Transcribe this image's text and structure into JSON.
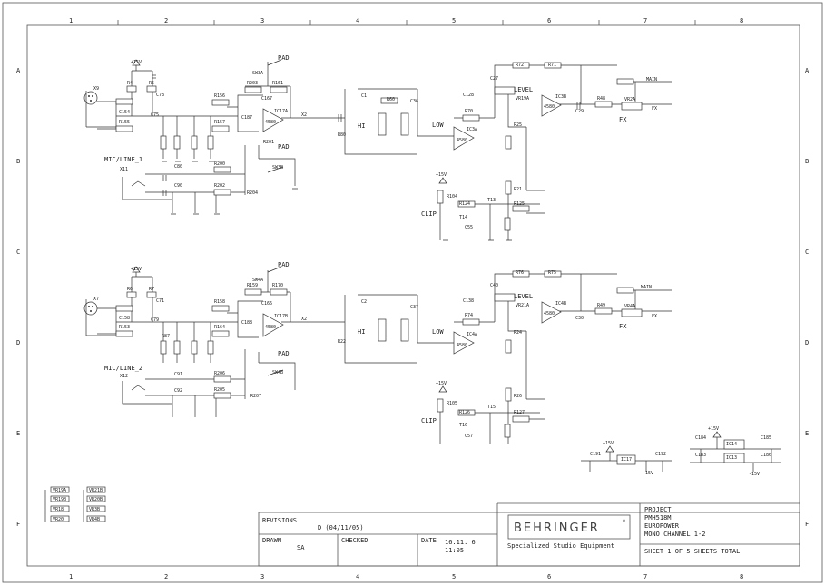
{
  "grid": {
    "columns": [
      "1",
      "2",
      "3",
      "4",
      "5",
      "6",
      "7",
      "8"
    ],
    "rows": [
      "A",
      "B",
      "C",
      "D",
      "E",
      "F"
    ]
  },
  "title_block": {
    "revisions_label": "REVISIONS",
    "revision_value": "D (04/11/05)",
    "drawn_label": "DRAWN",
    "drawn_value": "SA",
    "checked_label": "CHECKED",
    "date_label": "DATE",
    "date_value": "16.11. 6",
    "time_value": "11:05",
    "brand": "BEHRINGER",
    "brand_symbol": "®",
    "tagline": "Specialized Studio Equipment",
    "project_label": "PROJECT",
    "project_lines": [
      "PMH518M",
      "EUROPOWER",
      "MONO CHANNEL 1-2"
    ],
    "sheet_label": "SHEET 1  OF 5  SHEETS TOTAL"
  },
  "channel_1": {
    "section_label": "MIC/LINE_1",
    "pad_label": "PAD",
    "pad_label_2": "PAD",
    "level_label": "LEVEL",
    "hi_label": "HI",
    "low_label": "LOW",
    "fx_label": "FX",
    "clip_label": "CLIP",
    "main_label": "MAIN",
    "fx_out_label": "FX",
    "supply_label": "+15V",
    "supply_label_2": "+15V",
    "connector_xlr": "X9",
    "connector_jack": "X11",
    "opamp_1": "IC17A",
    "opamp_1_type": "4580",
    "opamp_2": "IC3A",
    "opamp_2_type": "4580",
    "opamp_3": "IC3B",
    "opamp_3_type": "4580",
    "pot_level": "VR19A",
    "pot_fx": "VR2A",
    "comp_labels": [
      "R4",
      "R5",
      "C78",
      "C154",
      "R155",
      "C75",
      "R156",
      "R157",
      "R203",
      "R161",
      "C167",
      "C187",
      "R201",
      "R202",
      "R200",
      "C80",
      "C90",
      "R204",
      "R80",
      "R60",
      "C1",
      "C36",
      "C128",
      "R70",
      "C27",
      "R72",
      "R71",
      "R48",
      "C29",
      "R25",
      "R21",
      "R124",
      "R125",
      "T13",
      "T14",
      "C55",
      "R104",
      "SW3A",
      "SW3B",
      "X2"
    ]
  },
  "channel_2": {
    "section_label": "MIC/LINE_2",
    "pad_label": "PAD",
    "pad_label_2": "PAD",
    "level_label": "LEVEL",
    "hi_label": "HI",
    "low_label": "LOW",
    "fx_label": "FX",
    "clip_label": "CLIP",
    "main_label": "MAIN",
    "fx_out_label": "FX",
    "supply_label": "+15V",
    "supply_label_2": "+15V",
    "connector_xlr": "X7",
    "connector_jack": "X12",
    "opamp_1": "IC17B",
    "opamp_1_type": "4580",
    "opamp_2": "IC4A",
    "opamp_2_type": "4580",
    "opamp_3": "IC4B",
    "opamp_3_type": "4580",
    "pot_level": "VR21A",
    "pot_fx": "VR4A",
    "comp_labels": [
      "R6",
      "R7",
      "C71",
      "C158",
      "R153",
      "C79",
      "R158",
      "R164",
      "R159",
      "R170",
      "C166",
      "C188",
      "R207",
      "R205",
      "R206",
      "C91",
      "C92",
      "R87",
      "R22",
      "C2",
      "C37",
      "C138",
      "R74",
      "C40",
      "R76",
      "R75",
      "R49",
      "C30",
      "R26",
      "R24",
      "R126",
      "R127",
      "T15",
      "T16",
      "C57",
      "R105",
      "SW4A",
      "SW4B",
      "X2"
    ]
  },
  "power": {
    "plus": "+15V",
    "minus": "-15V",
    "parts": [
      "C191",
      "C192",
      "IC17",
      "C184",
      "IC14",
      "IC13",
      "C185",
      "C183",
      "C186"
    ]
  },
  "legend_pots": [
    "VR19A",
    "VR19B",
    "VR18",
    "VR20",
    "VR21B",
    "VR20B",
    "VR3B",
    "VR4B"
  ]
}
